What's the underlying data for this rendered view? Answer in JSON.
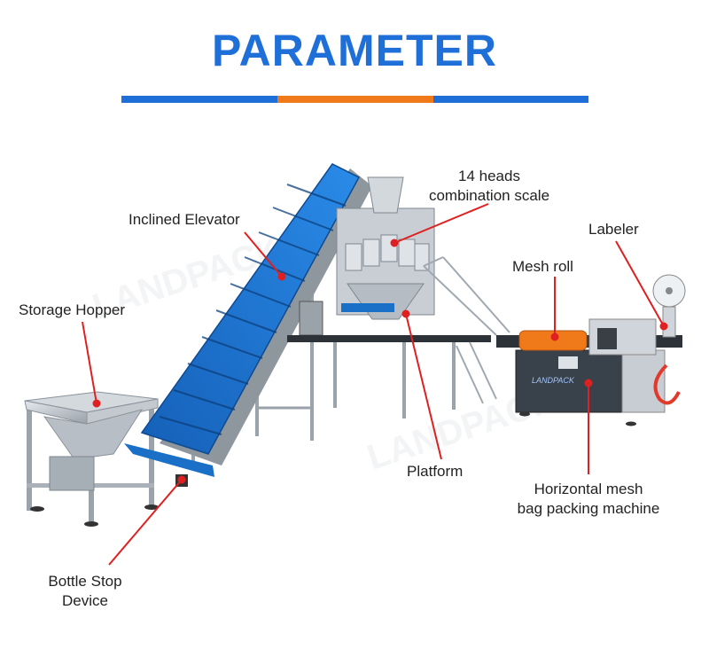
{
  "header": {
    "title": "PARAMETER",
    "title_color": "#1f6fd8",
    "bar_color": "#1f6fd8",
    "bar_accent_color": "#f07a1a"
  },
  "labels": {
    "scale_line1": "14 heads",
    "scale_line2": "combination scale",
    "elevator": "Inclined Elevator",
    "labeler": "Labeler",
    "mesh_roll": "Mesh roll",
    "hopper": "Storage Hopper",
    "platform": "Platform",
    "packing_line1": "Horizontal mesh",
    "packing_line2": "bag packing machine",
    "stop_line1": "Bottle Stop",
    "stop_line2": "Device"
  },
  "brand": {
    "machine_logo": "LANDPACK",
    "watermark": "LANDPACK"
  },
  "colors": {
    "leader": "#e02020",
    "belt": "#1a78d6",
    "steel": "#b8bec5",
    "mesh_roll": "#f07a1a"
  }
}
